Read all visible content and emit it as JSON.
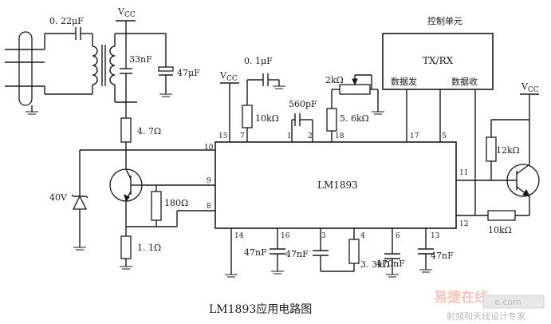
{
  "caption": "LM1893应用电路图",
  "chip": {
    "name": "LM1893"
  },
  "control_unit": {
    "title": "控制单元",
    "txrx": "TX/RX",
    "tx_label": "数据发",
    "rx_label": "数据收"
  },
  "supply_label": "V",
  "supply_sub": "CC",
  "pins": {
    "p1": "1",
    "p2": "2",
    "p3": "3",
    "p4": "4",
    "p5": "5",
    "p6": "6",
    "p7": "7",
    "p8": "8",
    "p9": "9",
    "p10": "10",
    "p11": "11",
    "p12": "12",
    "p13": "13",
    "p14": "14",
    "p15": "15",
    "p16": "16",
    "p17": "17",
    "p18": "18"
  },
  "components": {
    "c_022": "0. 22μF",
    "c_33n": "33nF",
    "c_47u": "47μF",
    "r_47": "4. 7Ω",
    "c_01": "0. 1μF",
    "r_10k": "10kΩ",
    "c_560": "560pF",
    "r_2k": "2kΩ",
    "r_56k": "5. 6kΩ",
    "zener": "40V",
    "r_180": "180Ω",
    "r_11": "1. 1Ω",
    "r_12k": "12kΩ",
    "r_10k_b": "10kΩ",
    "c_47n_16": "47nF",
    "c_47n_3": "47nF",
    "r_33k": "3. 3kΩ",
    "c_470n": "470nF",
    "c_47n_13": "47nF"
  },
  "watermark": {
    "main": "易捷在线",
    "sub": "射频和天线设计专家",
    "logo": "e.com"
  }
}
